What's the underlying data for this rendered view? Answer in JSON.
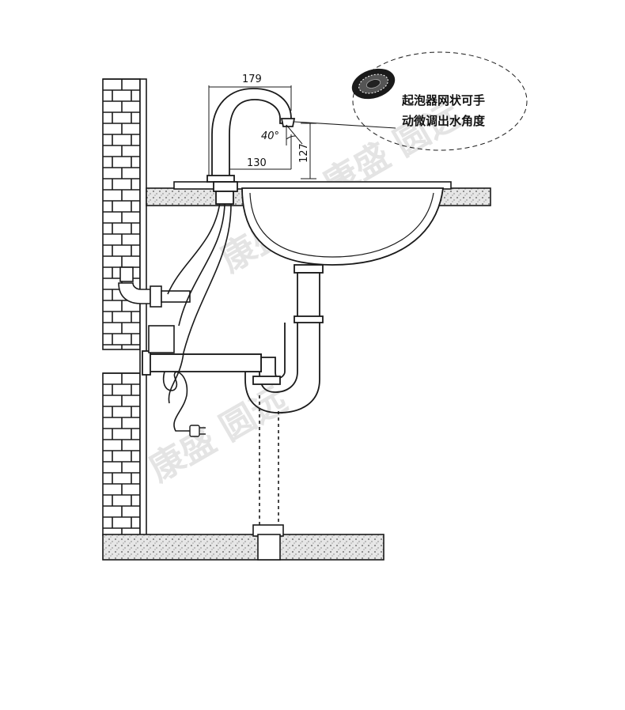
{
  "dimensions": {
    "spout_reach": "179",
    "base_offset": "130",
    "spout_height": "127",
    "spray_angle": "40°"
  },
  "callout": {
    "line1": "起泡器网状可手",
    "line2": "动微调出水角度"
  },
  "watermark": {
    "text": "康盛 圆远"
  },
  "colors": {
    "line": "#1a1a1a",
    "brick": "#ffffff",
    "floor_fill": "#d9d9d9",
    "watermark": "#e4e4e4"
  },
  "icons": [
    "aerator-icon",
    "plug-icon"
  ]
}
